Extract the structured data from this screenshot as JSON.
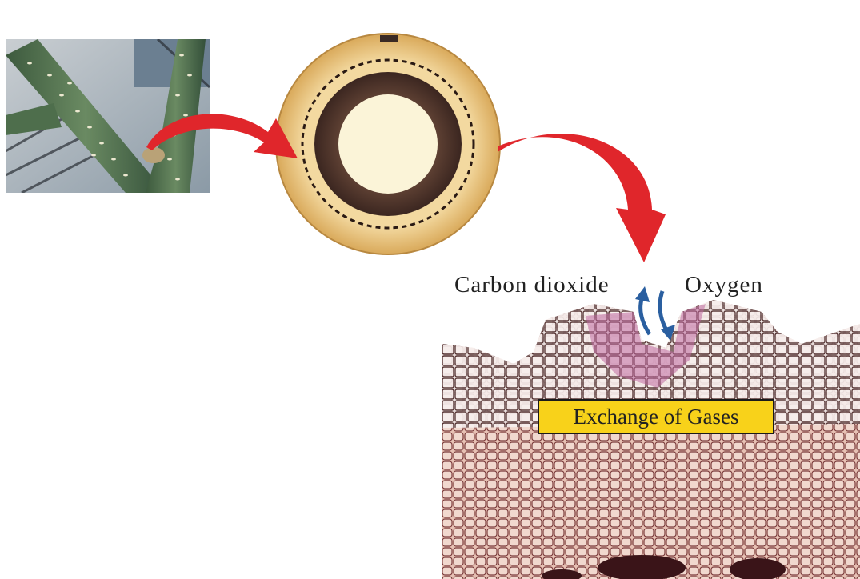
{
  "labels": {
    "carbon_dioxide": "Carbon dioxide",
    "oxygen": "Oxygen",
    "exchange_box": "Exchange of Gases"
  },
  "colors": {
    "pointer_arrow": "#e0262b",
    "gas_arrow": "#2a5fa0",
    "box_fill": "#f8d21a"
  },
  "images": {
    "stem_photo": "photo of green woody stem with lenticels",
    "cross_section": "stem cross section",
    "micrograph": "micrograph of lenticel tissue"
  }
}
